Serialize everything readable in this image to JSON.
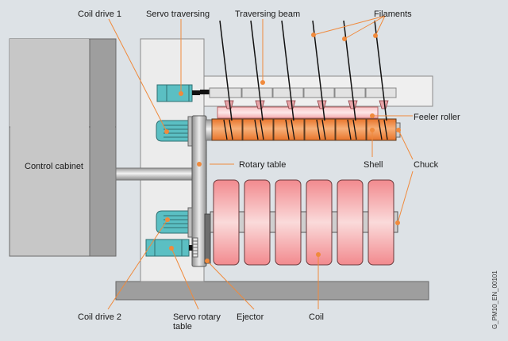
{
  "diagram": {
    "type": "winding machine schematic",
    "accent_color": "#f08a3c",
    "labels": {
      "coil_drive_1": "Coil drive 1",
      "servo_traversing": "Servo traversing",
      "traversing_beam": "Traversing beam",
      "filaments": "Filaments",
      "feeler_roller": "Feeler roller",
      "control_cabinet": "Control cabinet",
      "rotary_table": "Rotary table",
      "shell": "Shell",
      "chuck": "Chuck",
      "coil_drive_2": "Coil drive 2",
      "servo_rotary_table_line1": "Servo rotary",
      "servo_rotary_table_line2": "table",
      "ejector": "Ejector",
      "coil": "Coil"
    },
    "figure_id": "G_PM10_EN_00101"
  }
}
